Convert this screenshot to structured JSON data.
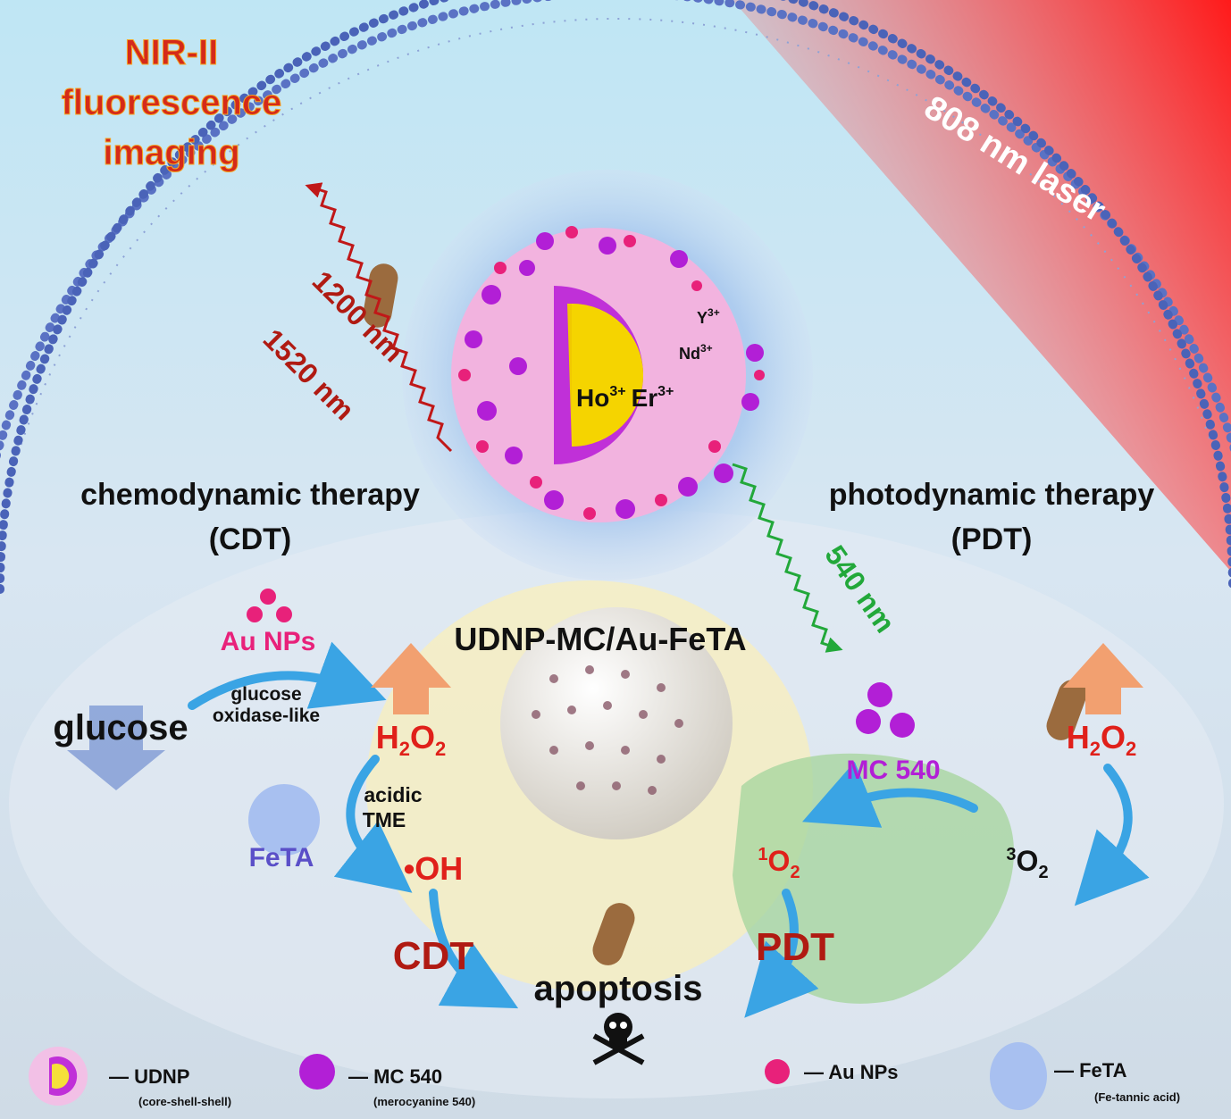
{
  "title": "UDNP-MC/Au-FeTA",
  "imaging": {
    "line1": "NIR-II",
    "line2": "fluorescence",
    "line3": "imaging"
  },
  "laser": "808 nm laser",
  "emissions": {
    "nir1": "1200 nm",
    "nir2": "1520 nm",
    "green": "540 nm"
  },
  "nanoparticle": {
    "core": "Ho",
    "core_sup": "3+",
    "core2": "Er",
    "core2_sup": "3+",
    "shell1": "Nd",
    "shell1_sup": "3+",
    "shell2": "Y",
    "shell2_sup": "3+"
  },
  "cdt": {
    "title": "chemodynamic therapy",
    "abbr": "(CDT)",
    "au": "Au NPs",
    "glucose": "glucose",
    "enzyme1": "glucose",
    "enzyme2": "oxidase-like",
    "h2o2": "H",
    "acidic1": "acidic",
    "acidic2": "TME",
    "feta": "FeTA",
    "oh": "•OH",
    "label": "CDT"
  },
  "pdt": {
    "title": "photodynamic therapy",
    "abbr": "(PDT)",
    "mc": "MC 540",
    "h2o2": "H",
    "singlet": "O",
    "singlet_sup": "1",
    "triplet": "O",
    "triplet_sup": "3",
    "label": "PDT"
  },
  "outcome": "apoptosis",
  "legend": [
    {
      "name": "— UDNP",
      "sub": "(core-shell-shell)"
    },
    {
      "name": "— MC 540",
      "sub": "(merocyanine 540)"
    },
    {
      "name": "— Au NPs",
      "sub": ""
    },
    {
      "name": "— FeTA",
      "sub": "(Fe-tannic acid)"
    }
  ],
  "colors": {
    "red": "#d42a1a",
    "pink": "#e8217a",
    "purple": "#b21fd6",
    "green": "#22a83a",
    "feta": "#5a4fc8",
    "membrane": "#3f5bb0"
  }
}
